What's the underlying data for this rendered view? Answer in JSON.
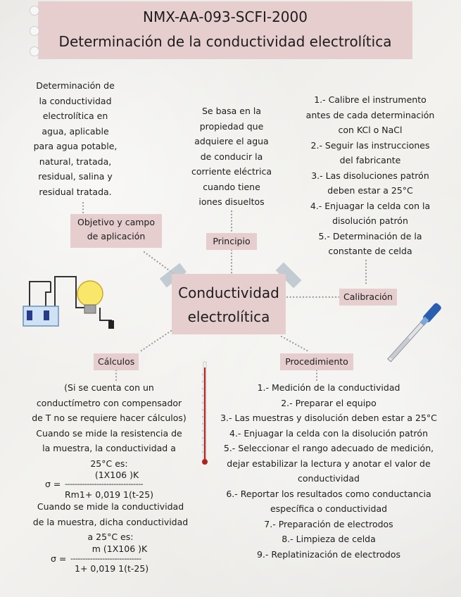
{
  "title": {
    "line1": "NMX-AA-093-SCFI-2000",
    "line2": "Determinación de la conductividad electrolítica"
  },
  "center": {
    "line1": "Conductividad",
    "line2": "electrolítica"
  },
  "objetivo": {
    "label_line1": "Objetivo y campo",
    "label_line2": "de aplicación",
    "text": [
      "Determinación de",
      "la conductividad",
      "electrolítica en",
      "agua, aplicable",
      "para agua potable,",
      "natural, tratada,",
      "residual, salina y",
      "residual tratada."
    ]
  },
  "principio": {
    "label": "Principio",
    "text": [
      "Se basa en la",
      "propiedad que",
      "adquiere el agua",
      "de conducir la",
      "corriente eléctrica",
      "cuando tiene",
      "iones disueltos"
    ]
  },
  "calibracion": {
    "label": "Calibración",
    "text": [
      "1.- Calibre el instrumento",
      "antes de cada determinación",
      "con KCl o NaCl",
      "2.- Seguir las instrucciones",
      "del fabricante",
      "3.- Las disoluciones patrón",
      "deben estar a 25°C",
      "4.- Enjuagar la celda con la",
      "disolución patrón",
      "5.- Determinación de la",
      "constante de celda"
    ]
  },
  "calculos": {
    "label": "Cálculos",
    "text1": [
      "(Si se cuenta con un",
      "conductímetro con compensador",
      "de T no se requiere hacer cálculos)",
      "Cuando se mide la resistencia de",
      "la muestra, la conductividad a",
      "25°C es:"
    ],
    "formula1": {
      "numerator": "(1X106 )K",
      "sigma": "σ =",
      "bar": "--------------------------------",
      "denominator": "Rm1+ 0,019 1(t-25)"
    },
    "text2": [
      "Cuando se mide la conductividad",
      "de la muestra, dicha conductividad",
      "a 25°C es:"
    ],
    "formula2": {
      "numerator": "m (1X106 )K",
      "sigma": "σ =",
      "bar": "-----------------------------",
      "denominator": "1+ 0,019 1(t-25)"
    }
  },
  "procedimiento": {
    "label": "Procedimiento",
    "text": [
      "1.- Medición de la conductividad",
      "2.- Preparar el equipo",
      "3.- Las muestras y disolución deben estar a 25°C",
      "4.- Enjuagar la celda con la disolución patrón",
      "5.- Seleccionar el rango adecuado de medición,",
      "dejar estabilizar la lectura y anotar el valor de",
      "conductividad",
      "6.- Reportar los resultados como conductancia",
      "específica o conductividad",
      "7.- Preparación de electrodos",
      "8.- Limpieza de celda",
      "9.- Replatinización de electrodos"
    ]
  },
  "colors": {
    "card": "#e6cdce",
    "background": "#ecebe8",
    "dots": "#9a9a9a",
    "tape": "#b9c3cc"
  },
  "icons": [
    "circuit-bulb-icon",
    "conductivity-probe-icon",
    "thermometer-icon"
  ]
}
